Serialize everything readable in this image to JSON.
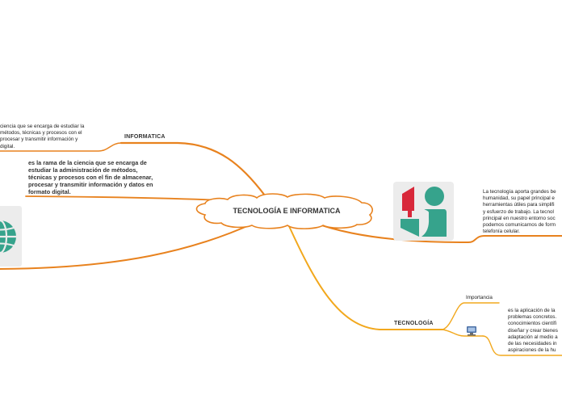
{
  "central": {
    "title": "TECNOLOGÍA E INFORMATICA"
  },
  "informatica": {
    "label": "INFORMATICA",
    "desc_lines": [
      "ciencia que se encarga de estudiar la",
      "métodos, técnicas y procesos con el",
      "procesar y transmitir información y",
      "digital."
    ]
  },
  "main_desc": {
    "lines": [
      "es la rama de la ciencia que se encarga de",
      "estudiar la administración de métodos,",
      "técnicas y procesos con el fin de almacenar,",
      "procesar y transmitir información y datos en",
      "formato digital."
    ]
  },
  "right_desc": {
    "lines": [
      "La tecnología aporta grandes be",
      "humanidad, su papel principal e",
      "herramientas útiles para simplifi",
      "y esfuerzo de trabajo. La tecnol",
      "principal en nuestro entorno soc",
      "podemos comunicarnos de form",
      "telefonía celular."
    ]
  },
  "tecnologia": {
    "label": "TECNOLOGÍA",
    "importancia": "Importancia",
    "desc_lines": [
      "es la aplicación de la",
      "problemas concretos.",
      "conocimientos científi",
      "diseñar y crear bienes",
      "adaptación al medio a",
      "de las necesidades in",
      "aspiraciones de la hu"
    ]
  },
  "colors": {
    "branch_orange": "#e8821e",
    "branch_yellow": "#f2a81d",
    "teal": "#36a38c",
    "red": "#d8283a"
  },
  "icons": [
    "globe-icon",
    "person-computer-icon",
    "computer-icon"
  ]
}
